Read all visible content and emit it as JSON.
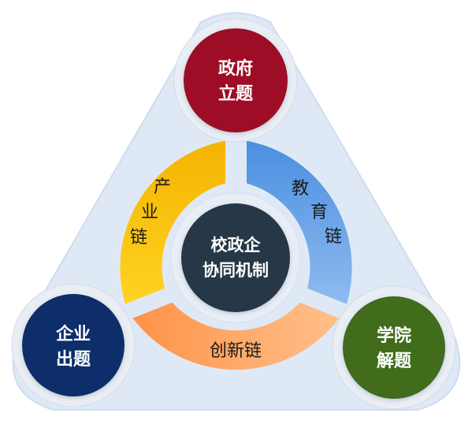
{
  "center": {
    "line1": "校政企",
    "line2": "协同机制",
    "color": "#253746"
  },
  "nodes": {
    "top": {
      "line1": "政府",
      "line2": "立题",
      "color": "#9e0f25"
    },
    "left": {
      "line1": "企业",
      "line2": "出题",
      "color": "#0f2f6b"
    },
    "right": {
      "line1": "学院",
      "line2": "解题",
      "color": "#3f6c1f"
    }
  },
  "arcs": {
    "industry": {
      "chars": [
        "产",
        "业",
        "链"
      ],
      "color_start": "#ffd324",
      "color_end": "#f4b400"
    },
    "education": {
      "chars": [
        "教",
        "育",
        "链"
      ],
      "color_start": "#4a8fe0",
      "color_end": "#8fbbef"
    },
    "innovation": {
      "label": "创新链",
      "color_start": "#ff9248",
      "color_end": "#ffc08a"
    }
  },
  "background": {
    "triangle_color": "#dfe9f6",
    "triangle_edge": "#cfdcef"
  }
}
